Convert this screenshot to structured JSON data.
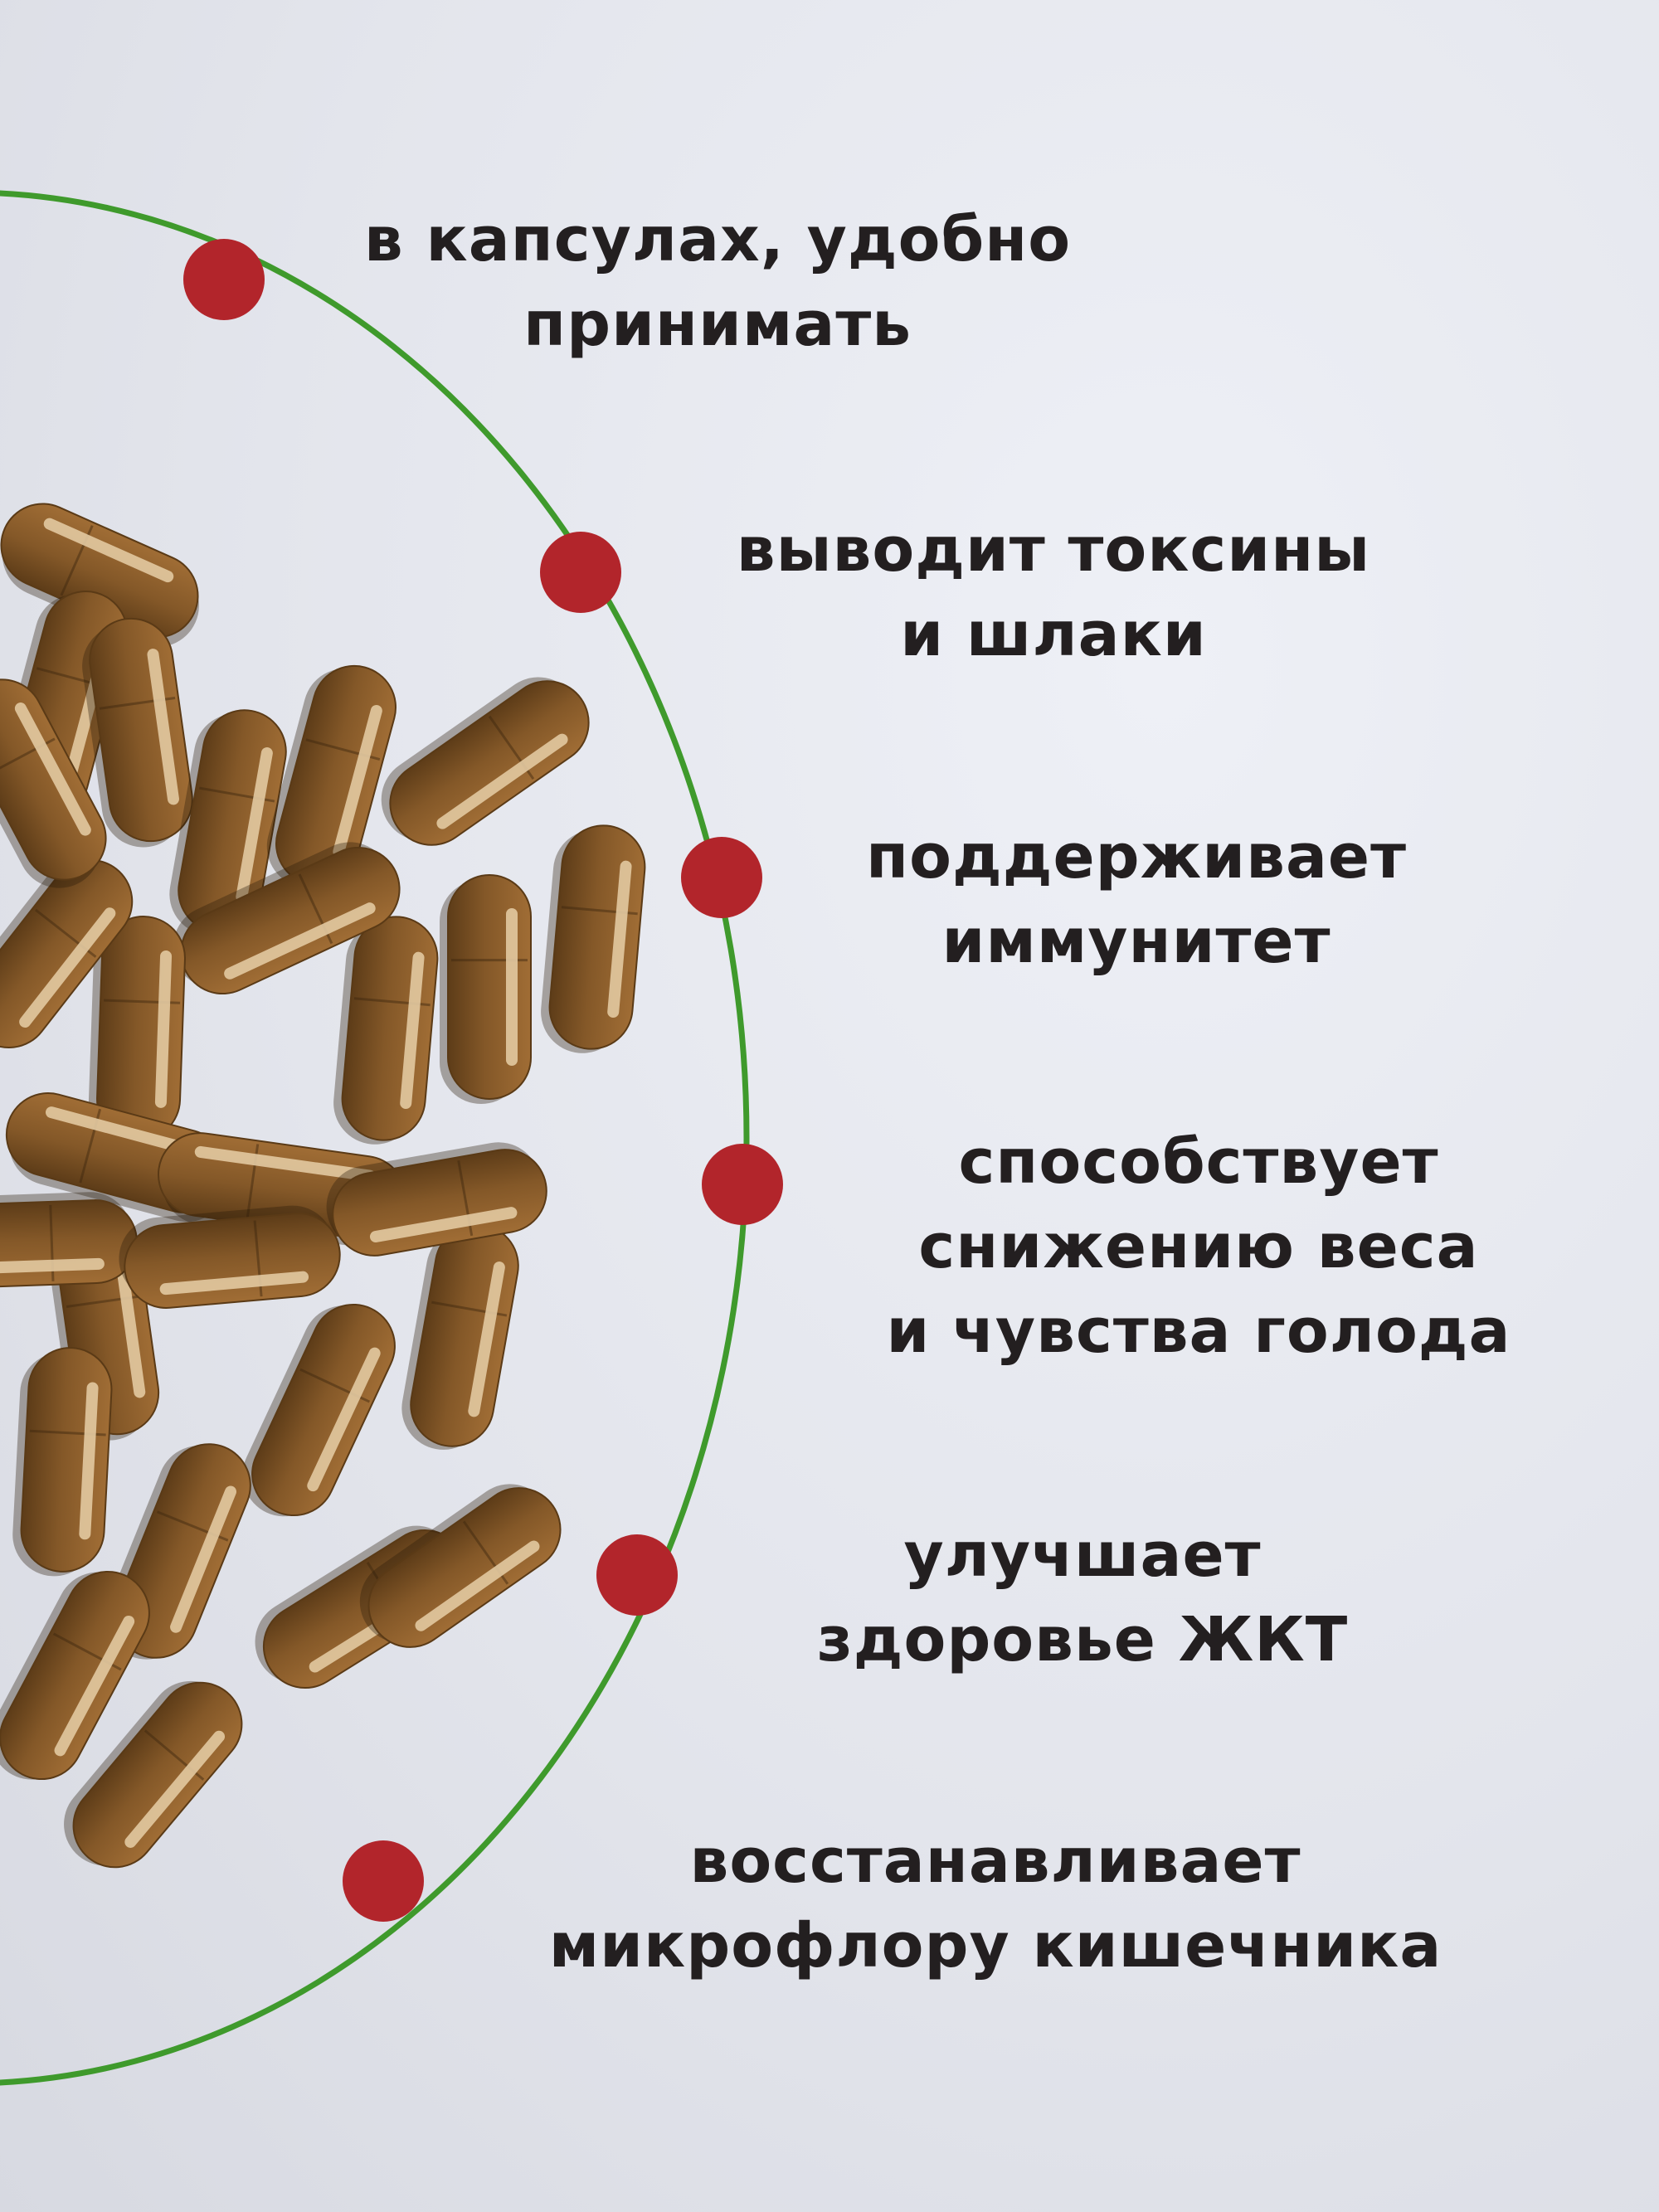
{
  "colors": {
    "background": "#e3e5ec",
    "arc": "#3f9a2c",
    "marker": "#b2252b",
    "text": "#231f20",
    "capsule": "#8a5d2b",
    "capsule_highlight": "#e2c9a1"
  },
  "icons": {
    "marker": "red-dot-marker",
    "capsule": "capsule-pill"
  },
  "benefits": [
    {
      "lines": [
        "в капсулах, удобно",
        "принимать"
      ]
    },
    {
      "lines": [
        "выводит токсины",
        "и шлаки"
      ]
    },
    {
      "lines": [
        "поддерживает",
        "иммунитет"
      ]
    },
    {
      "lines": [
        "способствует",
        "снижению веса",
        "и чувства голода"
      ]
    },
    {
      "lines": [
        "улучшает",
        "здоровье ЖКТ"
      ]
    },
    {
      "lines": [
        "восстанавливает",
        "микрофлору кишечника"
      ]
    }
  ]
}
